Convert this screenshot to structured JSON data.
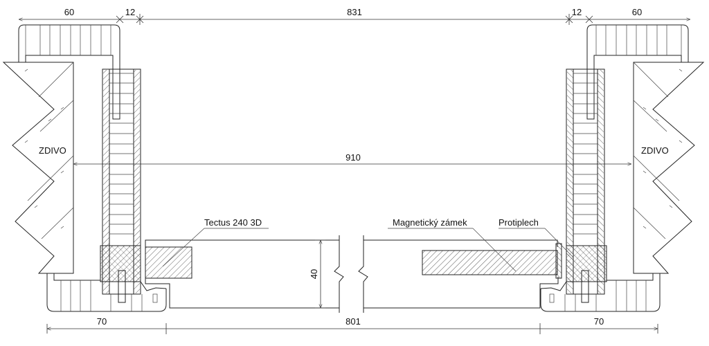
{
  "dimensions": {
    "top_left_casing": "60",
    "top_left_gap": "12",
    "top_clear_width": "831",
    "top_right_gap": "12",
    "top_right_casing": "60",
    "wall_opening": "910",
    "door_thickness": "40",
    "bottom_left_casing": "70",
    "bottom_clear_width": "801",
    "bottom_right_casing": "70"
  },
  "labels": {
    "wall_left": "ZDIVO",
    "wall_right": "ZDIVO",
    "hinge": "Tectus 240 3D",
    "magnetic_lock": "Magnetický zámek",
    "strike_plate": "Protiplech"
  }
}
